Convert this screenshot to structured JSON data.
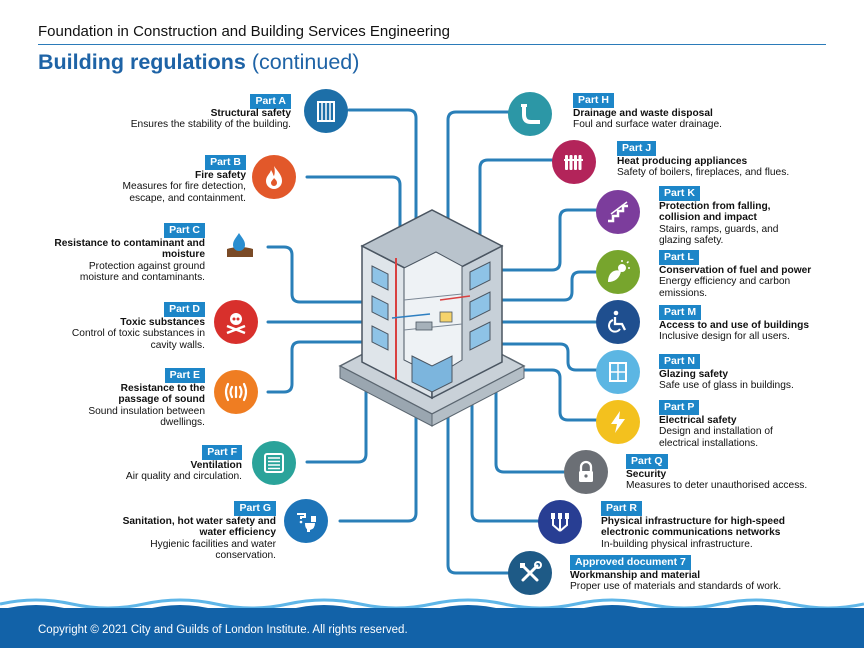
{
  "header": {
    "subject": "Foundation in Construction and Building Services Engineering"
  },
  "title": {
    "main": "Building regulations",
    "suffix": "(continued)"
  },
  "left": [
    {
      "part": "Part A",
      "heading": "Structural safety",
      "desc": "Ensures the stability of the building.",
      "icon": "building-icon",
      "color": "#1d6fa8"
    },
    {
      "part": "Part B",
      "heading": "Fire safety",
      "desc": "Measures for fire detection, escape, and containment.",
      "icon": "fire-icon",
      "color": "#e2582a"
    },
    {
      "part": "Part C",
      "heading": "Resistance to contaminant and moisture",
      "desc": "Protection against ground moisture and contaminants.",
      "icon": "water-drop-icon",
      "color": "#ffffff"
    },
    {
      "part": "Part D",
      "heading": "Toxic substances",
      "desc": "Control of toxic substances in cavity walls.",
      "icon": "skull-crossbones-icon",
      "color": "#d8302c"
    },
    {
      "part": "Part E",
      "heading": "Resistance to the passage of sound",
      "desc": "Sound insulation between dwellings.",
      "icon": "sound-waves-icon",
      "color": "#ef7d22"
    },
    {
      "part": "Part F",
      "heading": "Ventilation",
      "desc": "Air quality and circulation.",
      "icon": "vent-icon",
      "color": "#2aa39a"
    },
    {
      "part": "Part G",
      "heading": "Sanitation, hot water safety and water efficiency",
      "desc": "Hygienic facilities and water conservation.",
      "icon": "tap-toilet-icon",
      "color": "#1d74b8"
    }
  ],
  "right": [
    {
      "part": "Part H",
      "heading": "Drainage and waste disposal",
      "desc": "Foul and surface water drainage.",
      "icon": "pipe-icon",
      "color": "#2c97a6"
    },
    {
      "part": "Part J",
      "heading": "Heat producing appliances",
      "desc": "Safety of boilers, fireplaces, and flues.",
      "icon": "radiator-icon",
      "color": "#b3245a"
    },
    {
      "part": "Part K",
      "heading": "Protection from falling, collision and impact",
      "desc": "Stairs, ramps, guards, and glazing safety.",
      "icon": "stairs-icon",
      "color": "#7c3d9c"
    },
    {
      "part": "Part L",
      "heading": "Conservation of fuel and power",
      "desc": "Energy efficiency and carbon emissions.",
      "icon": "leaf-sun-icon",
      "color": "#77a52d"
    },
    {
      "part": "Part M",
      "heading": "Access to and use of buildings",
      "desc": "Inclusive design for all users.",
      "icon": "wheelchair-icon",
      "color": "#1f4f8f"
    },
    {
      "part": "Part N",
      "heading": "Glazing safety",
      "desc": "Safe use of glass in buildings.",
      "icon": "window-icon",
      "color": "#5cb6e3"
    },
    {
      "part": "Part P",
      "heading": "Electrical safety",
      "desc": "Design and installation of electrical installations.",
      "icon": "lightning-icon",
      "color": "#f3c11e"
    },
    {
      "part": "Part Q",
      "heading": "Security",
      "desc": "Measures to deter unauthorised access.",
      "icon": "padlock-icon",
      "color": "#6b6f75"
    },
    {
      "part": "Part R",
      "heading": "Physical infrastructure for high-speed electronic communications networks",
      "desc": "In-building physical infrastructure.",
      "icon": "network-cables-icon",
      "color": "#283e93"
    },
    {
      "part": "Approved document 7",
      "heading": "Workmanship and material",
      "desc": "Proper use of materials and standards of work.",
      "icon": "tools-icon",
      "color": "#1e5a86"
    }
  ],
  "footer": {
    "copyright": "Copyright © 2021 City and Guilds of London Institute. All rights reserved."
  }
}
